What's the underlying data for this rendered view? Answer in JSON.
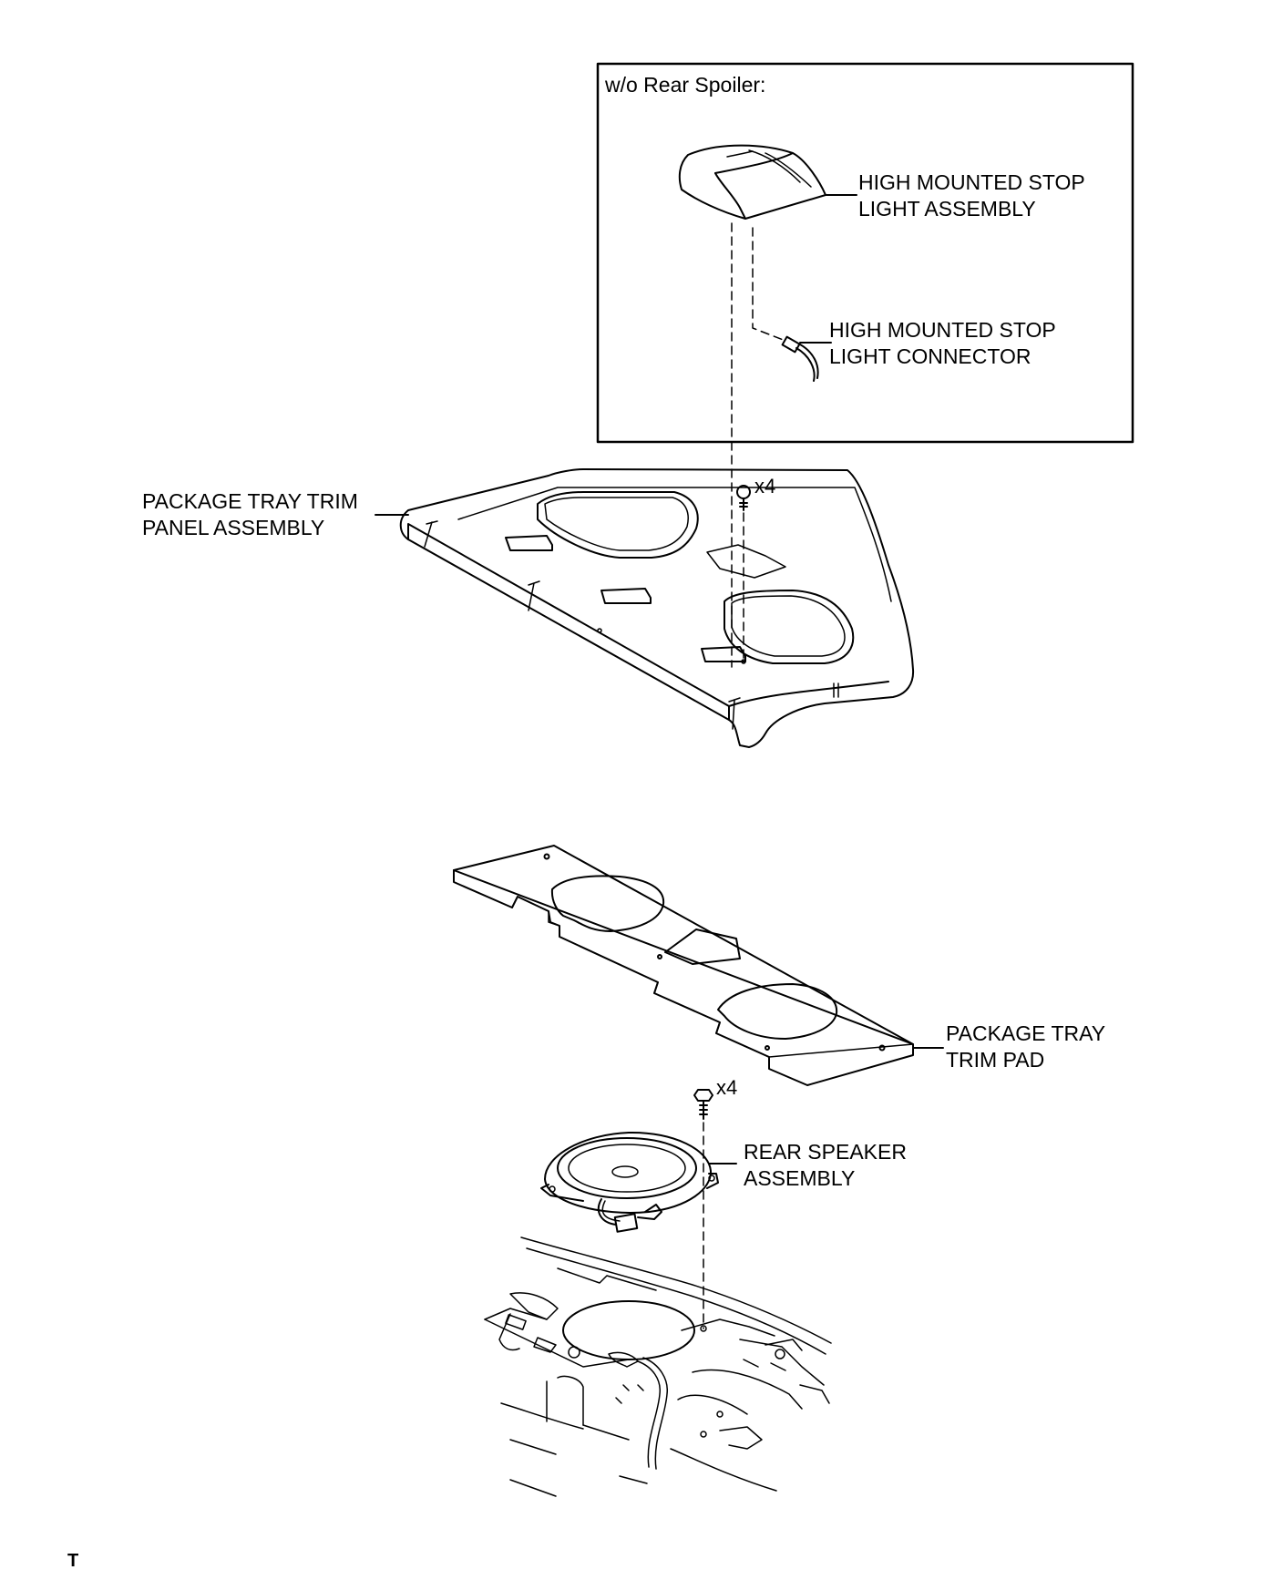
{
  "inset": {
    "title": "w/o Rear Spoiler:"
  },
  "labels": {
    "stop_light_assembly": [
      "HIGH MOUNTED STOP",
      "LIGHT ASSEMBLY"
    ],
    "stop_light_connector": [
      "HIGH MOUNTED STOP",
      "LIGHT CONNECTOR"
    ],
    "tray_panel": [
      "PACKAGE TRAY TRIM",
      "PANEL ASSEMBLY"
    ],
    "tray_pad": [
      "PACKAGE TRAY",
      "TRIM PAD"
    ],
    "speaker": [
      "REAR SPEAKER",
      "ASSEMBLY"
    ]
  },
  "quantities": {
    "clip": "x4",
    "screw": "x4"
  },
  "footer": {
    "mark": "T"
  }
}
